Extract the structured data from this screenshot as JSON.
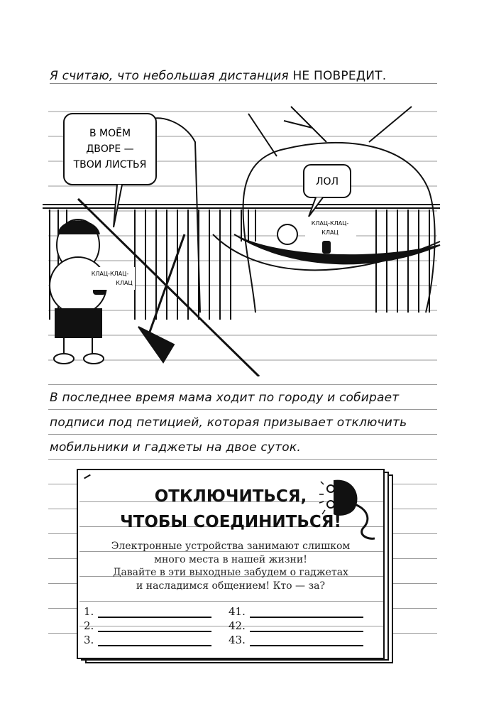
{
  "intro": {
    "text": "Я считаю, что небольшая дистанция ",
    "emphasis": "НЕ ПОВРЕДИТ."
  },
  "illustration": {
    "bubble_left": [
      "В МОЁМ",
      "ДВОРЕ —",
      "ТВОИ ЛИСТЬЯ"
    ],
    "bubble_right": "ЛОЛ",
    "sound_left": [
      "КЛАЦ-КЛАЦ-",
      "КЛАЦ"
    ],
    "sound_right": [
      "КЛАЦ-КЛАЦ-",
      "КЛАЦ"
    ]
  },
  "paragraph": [
    "В последнее время мама ходит по городу и собирает",
    "подписи под петицией, которая призывает отключить",
    "мобильники и гаджеты на двое суток."
  ],
  "petition": {
    "title": [
      "ОТКЛЮЧИТЬСЯ,",
      "ЧТОБЫ СОЕДИНИТЬСЯ!"
    ],
    "body": [
      "Электронные устройства занимают слишком",
      "много места в нашей жизни!",
      "Давайте в эти выходные забудем о гаджетах",
      "и насладимся общением! Кто — за?"
    ],
    "signatures_left": [
      "1.",
      "2.",
      "3."
    ],
    "signatures_right": [
      "41.",
      "42.",
      "43."
    ]
  }
}
